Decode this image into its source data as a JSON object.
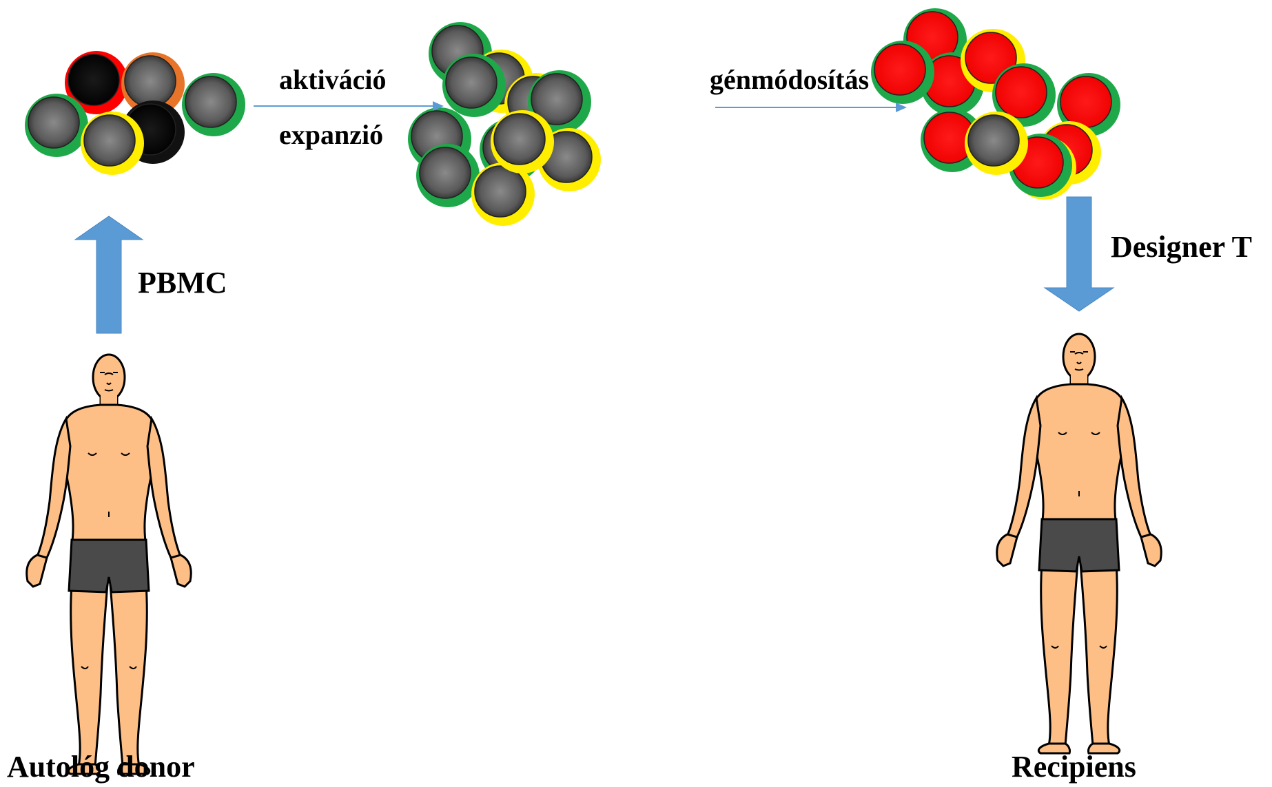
{
  "labels": {
    "activation": "aktiváció",
    "expansion": "expanzió",
    "gene_modification": "génmódosítás",
    "pbmc": "PBMC",
    "designer_t": "Designer T",
    "donor": "Autológ donor",
    "recipient": "Recipiens"
  },
  "colors": {
    "background": "#ffffff",
    "arrow_blue": "#5b9bd5",
    "cell_core_grey": "#5a5a5a",
    "cell_core_red": "#ff0000",
    "cell_core_black": "#000000",
    "rim_green": "#1fa84a",
    "rim_yellow": "#ffee00",
    "rim_red": "#ff0000",
    "rim_orange": "#e8742a",
    "rim_black": "#111111",
    "skin": "#fdbf86",
    "shorts": "#4a4a4a",
    "outline": "#000000"
  },
  "icons": [
    "cell-icon",
    "thick-up-arrow-icon",
    "thick-down-arrow-icon",
    "thin-right-arrow-icon",
    "human-figure-icon"
  ]
}
